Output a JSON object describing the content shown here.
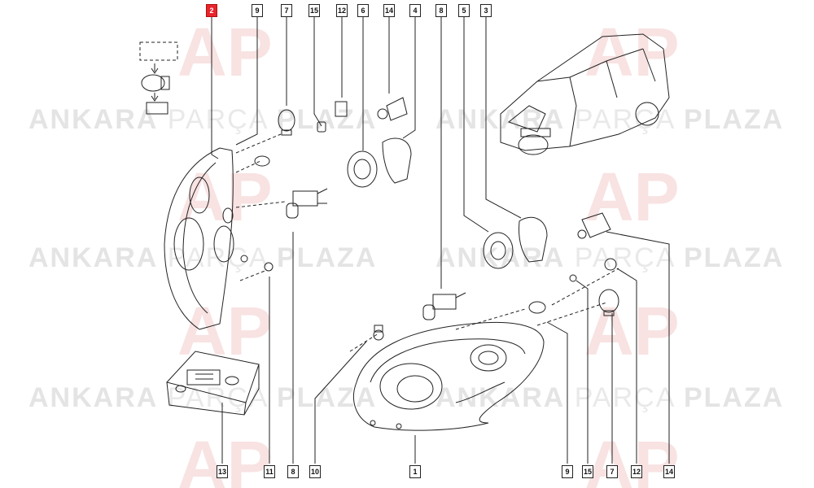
{
  "watermark": {
    "word1": "ANKARA",
    "word2": "PARÇA",
    "word3": "PLAZA",
    "logo_text": "AP",
    "color": "#cfcfcf",
    "logo_color": "#f2c7c7"
  },
  "callouts": {
    "top": [
      "2",
      "9",
      "7",
      "15",
      "12",
      "6",
      "14",
      "4",
      "8",
      "5",
      "3"
    ],
    "bottom": [
      "13",
      "11",
      "8",
      "10",
      "1",
      "9",
      "15",
      "7",
      "12",
      "14"
    ],
    "highlighted": "2",
    "highlight_color": "#e8252b"
  }
}
